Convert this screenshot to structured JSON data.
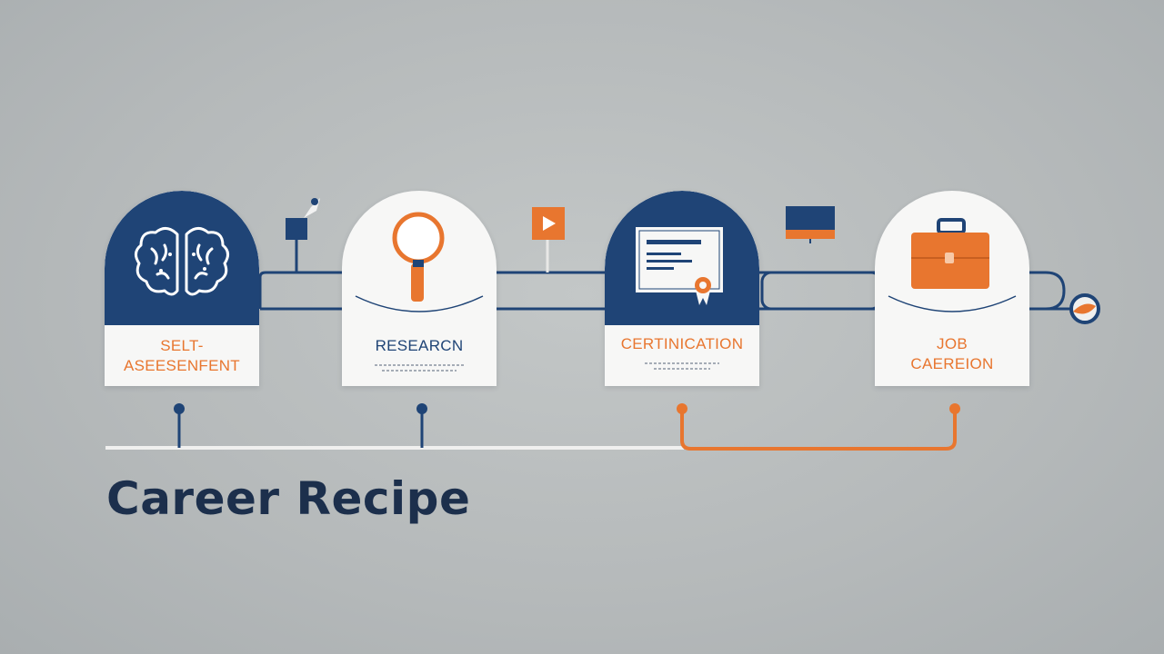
{
  "title": "Career Recipe",
  "colors": {
    "navy": "#1f4476",
    "orange": "#e8762f",
    "card": "#f7f7f6",
    "title": "#1c2f4c",
    "track": "#f0f0ef"
  },
  "steps": [
    {
      "line1": "SELT-",
      "line2": "ASEESENFENT",
      "icon": "brain-icon",
      "label_color": "#e8762f"
    },
    {
      "line1": "RESEARCN",
      "line2": "",
      "icon": "magnifier-icon",
      "label_color": "#1f4476"
    },
    {
      "line1": "CERTINICATION",
      "line2": "",
      "icon": "certificate-icon",
      "label_color": "#e8762f"
    },
    {
      "line1": "JOB",
      "line2": "CAEREION",
      "icon": "briefcase-icon",
      "label_color": "#e8762f"
    }
  ],
  "markers": [
    "flag-icon",
    "play-icon",
    "monitor-icon",
    "end-node-icon"
  ]
}
